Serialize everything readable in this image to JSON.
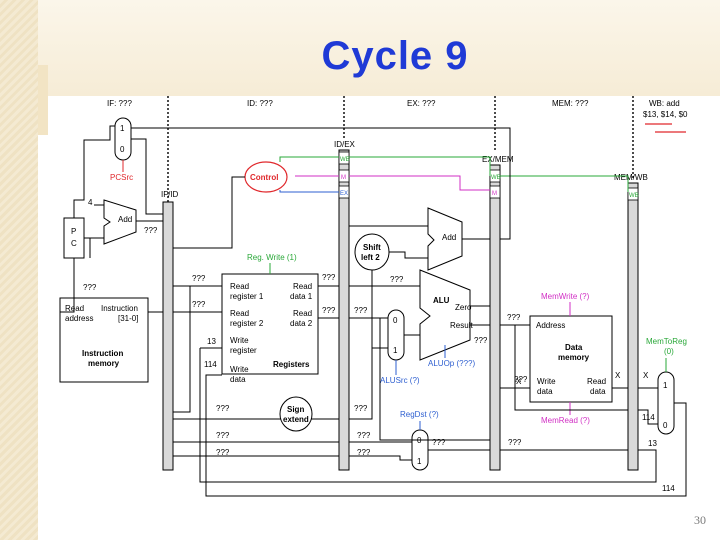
{
  "slide": {
    "title": "Cycle 9",
    "page_number": "30"
  },
  "stages": {
    "if": "IF: ???",
    "id": "ID: ???",
    "ex": "EX: ???",
    "mem": "MEM: ???",
    "wb_line1": "WB: add",
    "wb_line2": "$13, $14, $0"
  },
  "pipeline_regs": {
    "if_id": "IF/ID",
    "id_ex": "ID/EX",
    "ex_mem": "EX/MEM",
    "mem_wb": "MEM/WB"
  },
  "ctrl": {
    "wb": "WB",
    "m": "M",
    "ex": "EX"
  },
  "components": {
    "mux1": "1",
    "mux0": "0",
    "pcsrc": "PCSrc",
    "four": "4",
    "add": "Add",
    "pc_p": "P",
    "pc_c": "C",
    "control": "Control",
    "shift_l1": "Shift",
    "shift_l2": "left 2",
    "alu": "ALU",
    "zero": "Zero",
    "result": "Result",
    "read_address_l1": "Read",
    "read_address_l2": "address",
    "instruction_l1": "Instruction",
    "instruction_l2": "[31-0]",
    "imem_l1": "Instruction",
    "imem_l2": "memory",
    "reg_read1_l1": "Read",
    "reg_read1_l2": "register 1",
    "reg_read2_l1": "Read",
    "reg_read2_l2": "register 2",
    "write_reg_l1": "Write",
    "write_reg_l2": "register",
    "write_data_l1": "Write",
    "write_data_l2": "data",
    "read_data1_l1": "Read",
    "read_data1_l2": "data 1",
    "read_data2_l1": "Read",
    "read_data2_l2": "data 2",
    "registers": "Registers",
    "sign_l1": "Sign",
    "sign_l2": "extend",
    "address": "Address",
    "dmem_l1": "Data",
    "dmem_l2": "memory",
    "dmem_write_l1": "Write",
    "dmem_write_l2": "data",
    "dmem_read_l1": "Read",
    "dmem_read_l2": "data"
  },
  "signals": {
    "regwrite": "Reg. Write (1)",
    "memwrite": "MemWrite (?)",
    "memread": "MemRead (?)",
    "memtoreg_l1": "MemToReg",
    "memtoreg_l2": "(0)",
    "alusrc": "ALUSrc (?)",
    "aluop": "ALUOp (???)",
    "regdst": "RegDst (?)"
  },
  "values": {
    "q3": "???",
    "num13": "13",
    "num114": "114",
    "x": "X"
  },
  "colors": {
    "title": "#1f3ad6",
    "control": "#e0282c",
    "green": "#2aa839",
    "blue": "#2e5fd0",
    "magenta": "#d12fc4",
    "pcsrc": "#e0282c"
  }
}
